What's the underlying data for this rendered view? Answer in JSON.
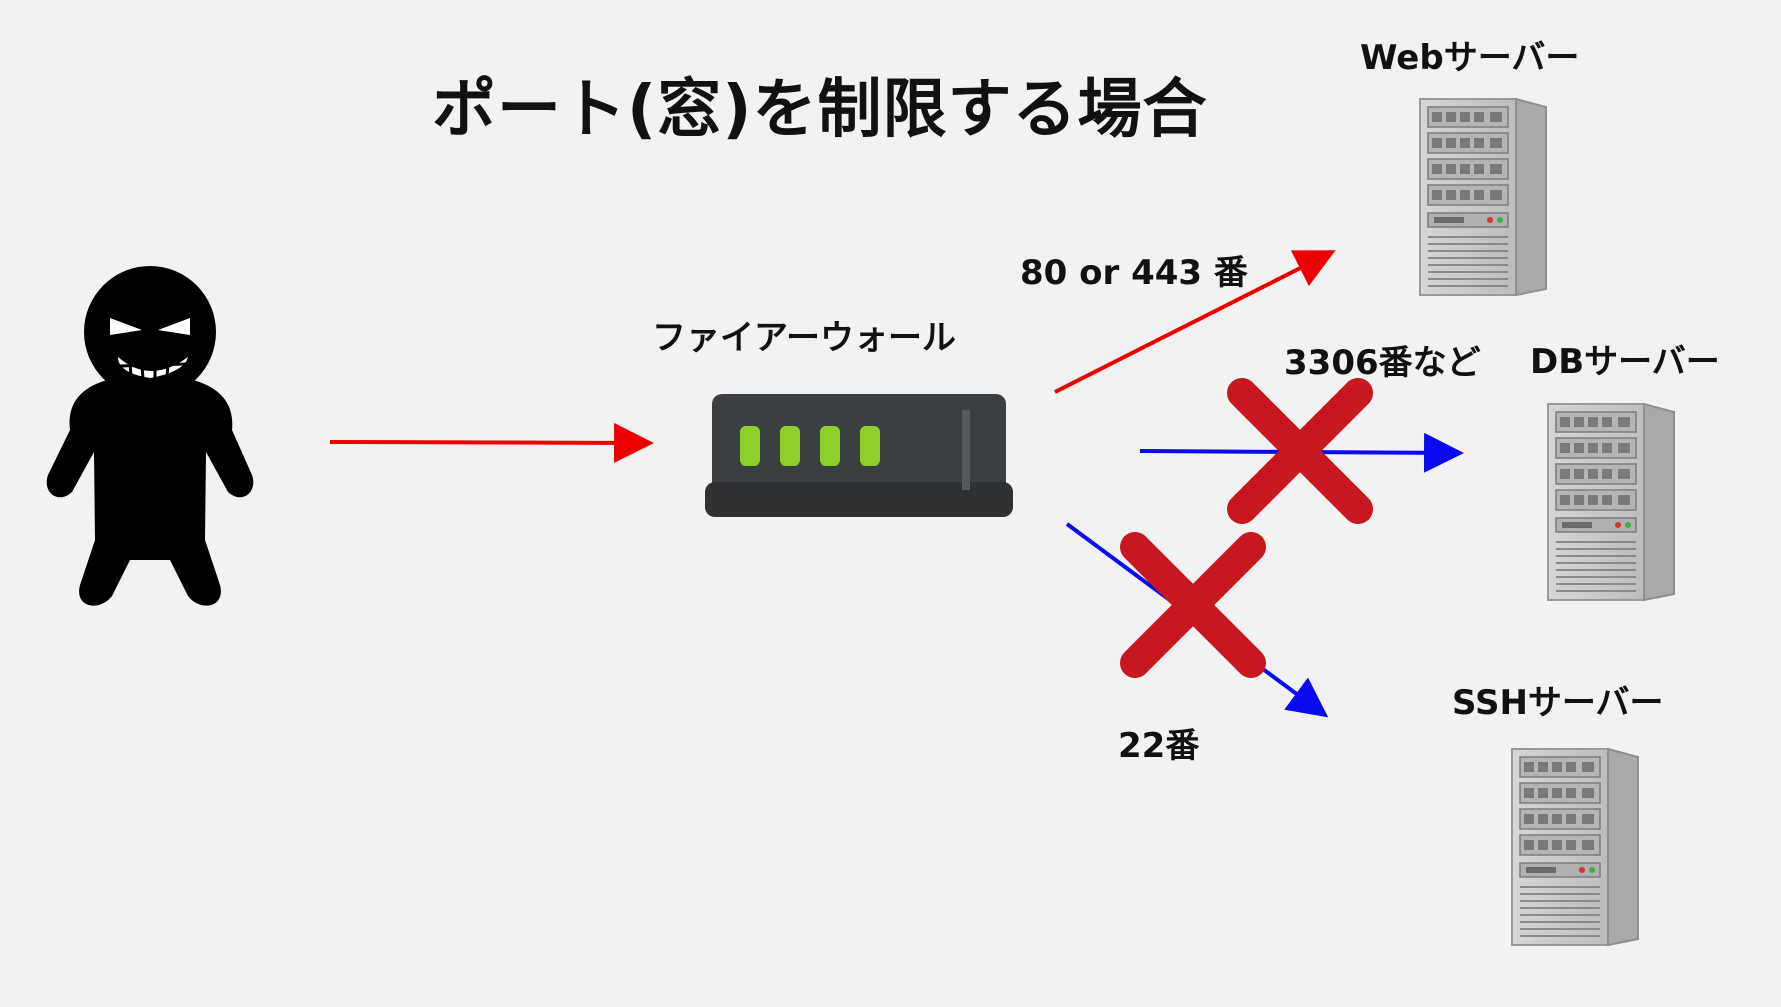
{
  "title": "ポート(窓)を制限する場合",
  "firewall": {
    "label": "ファイアーウォール"
  },
  "attacker": {
    "icon": "thief-icon"
  },
  "servers": {
    "web": {
      "label": "Webサーバー"
    },
    "db": {
      "label": "DBサーバー"
    },
    "ssh": {
      "label": "SSHサーバー"
    }
  },
  "connections": {
    "web": {
      "label": "80 or 443 番",
      "status": "allowed",
      "color": "#ee0000"
    },
    "db": {
      "label": "3306番など",
      "status": "blocked",
      "color": "#0a0aee"
    },
    "ssh": {
      "label": "22番",
      "status": "blocked",
      "color": "#0a0aee"
    },
    "attacker_to_firewall": {
      "color": "#ee0000"
    }
  },
  "colors": {
    "background": "#f2f2f2",
    "block_mark": "#c8171e",
    "firewall_body": "#3c3f41",
    "firewall_led": "#8fcf2a",
    "server_body": "#c9c9c9"
  }
}
